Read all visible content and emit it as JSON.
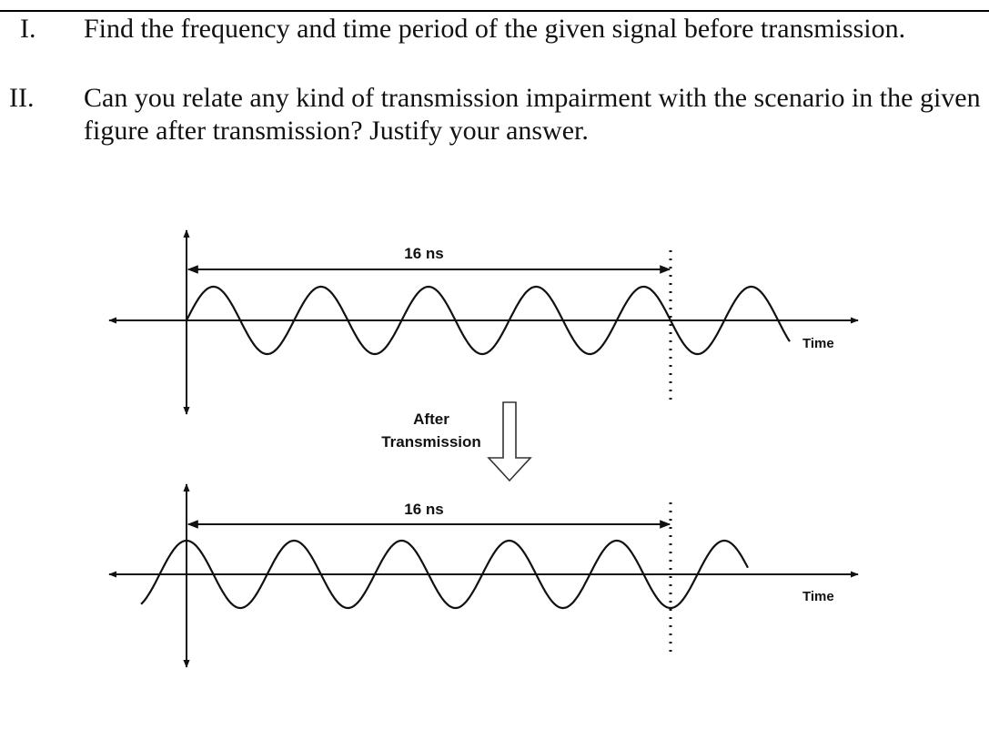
{
  "questions": [
    {
      "number": "I.",
      "text": "Find the frequency and time period of the given signal before transmission."
    },
    {
      "number": "II.",
      "text": "Can you relate any kind of transmission impairment with the scenario in the given figure after transmission? Justify your answer."
    }
  ],
  "diagram": {
    "top_duration_label": "16 ns",
    "top_axis_label": "Time",
    "arrow_label_line1": "After",
    "arrow_label_line2": "Transmission",
    "bottom_duration_label": "16 ns",
    "bottom_axis_label": "Time",
    "cycles_in_span": 4.5,
    "stroke_color": "#111111"
  }
}
